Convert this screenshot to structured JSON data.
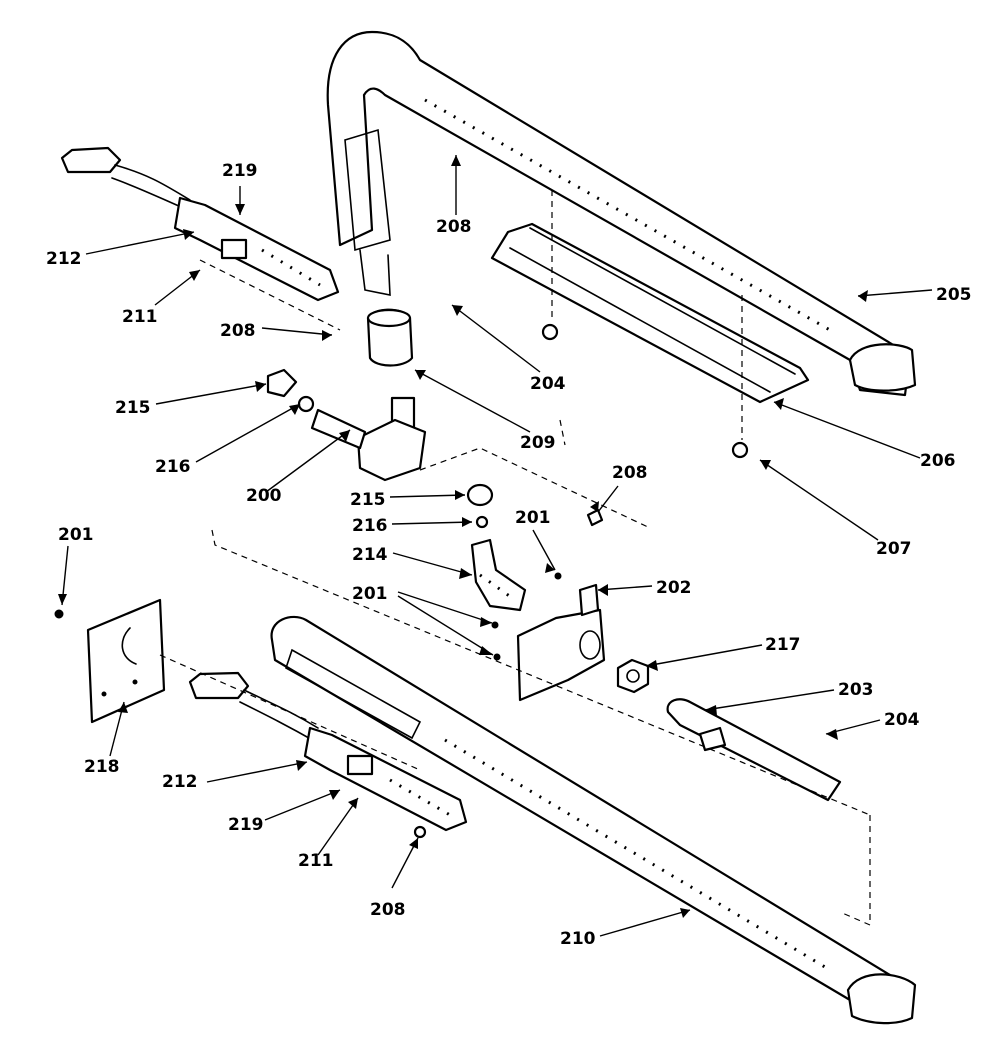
{
  "labels": {
    "p200": "200",
    "p201_left": "201",
    "p201_top": "201",
    "p201_mid": "201",
    "p202": "202",
    "p203": "203",
    "p204_top": "204",
    "p204_right": "204",
    "p205": "205",
    "p206": "206",
    "p207": "207",
    "p208_top": "208",
    "p208_left": "208",
    "p208_mid": "208",
    "p208_bottom": "208",
    "p209": "209",
    "p210": "210",
    "p211_top": "211",
    "p211_bottom": "211",
    "p212_top": "212",
    "p212_bottom": "212",
    "p214": "214",
    "p215_left": "215",
    "p215_mid": "215",
    "p216_left": "216",
    "p216_mid": "216",
    "p217": "217",
    "p218": "218",
    "p219_top": "219",
    "p219_bottom": "219"
  }
}
